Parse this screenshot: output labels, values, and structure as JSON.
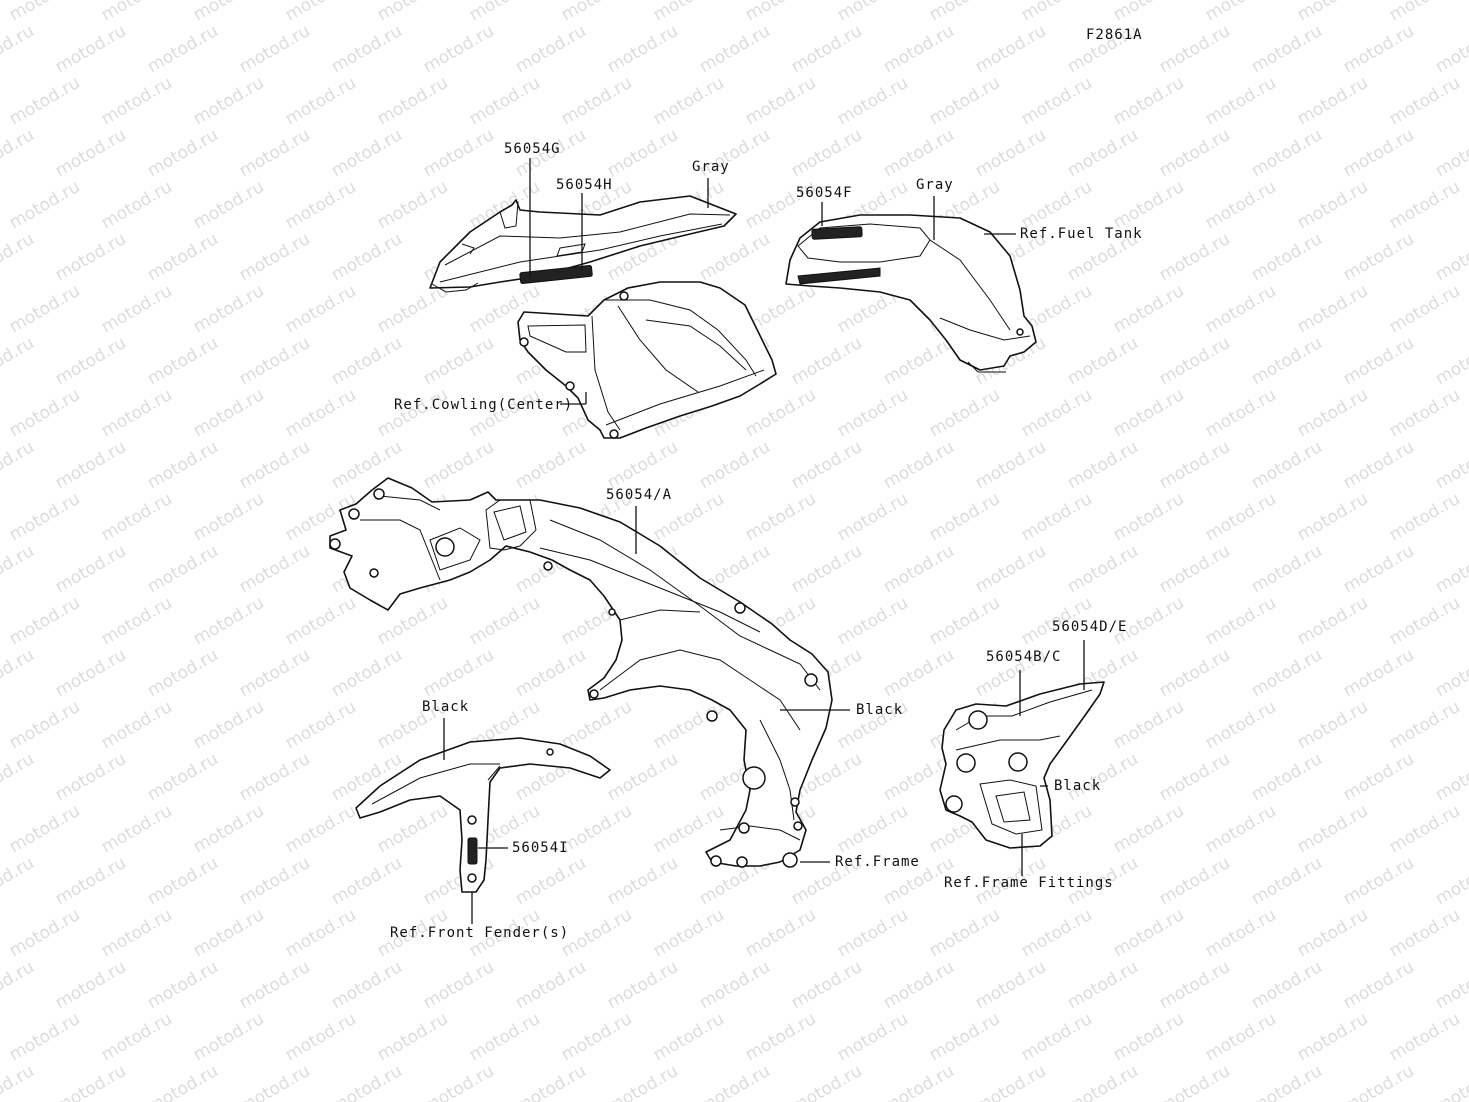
{
  "diagram_id": "F2861A",
  "watermark_text": "motod.ru",
  "colors": {
    "line": "#111111",
    "watermark": "#dcdcdc",
    "background": "#ffffff"
  },
  "labels": {
    "part_56054G": "56054G",
    "part_56054H": "56054H",
    "gray_cowl": "Gray",
    "part_56054F": "56054F",
    "gray_tank": "Gray",
    "ref_fuel_tank": "Ref.Fuel Tank",
    "ref_cowling_center": "Ref.Cowling(Center)",
    "part_56054A": "56054/A",
    "black_frame": "Black",
    "ref_frame": "Ref.Frame",
    "black_fender": "Black",
    "part_56054I": "56054I",
    "ref_front_fender": "Ref.Front Fender(s)",
    "part_56054DE": "56054D/E",
    "part_56054BC": "56054B/C",
    "black_fittings": "Black",
    "ref_frame_fittings": "Ref.Frame Fittings"
  }
}
